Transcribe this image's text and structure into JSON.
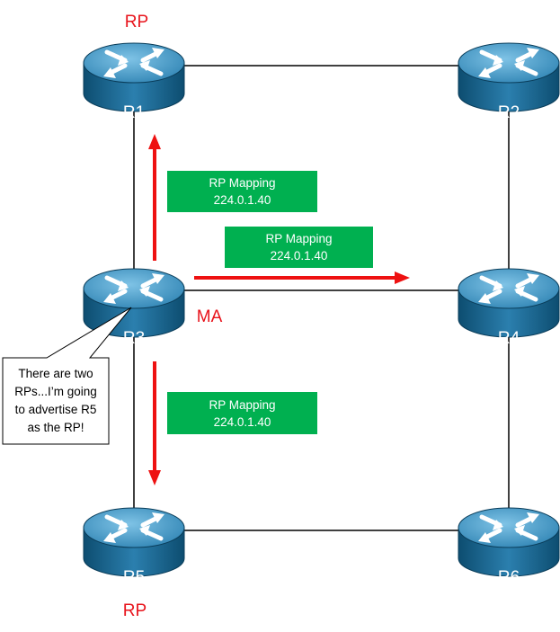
{
  "routers": [
    {
      "name": "R1"
    },
    {
      "name": "R2"
    },
    {
      "name": "R3"
    },
    {
      "name": "R4"
    },
    {
      "name": "R5"
    },
    {
      "name": "R6"
    }
  ],
  "roles": {
    "r1": "RP",
    "r3": "MA",
    "r5": "RP"
  },
  "messages": [
    {
      "title": "RP Mapping",
      "address": "224.0.1.40"
    },
    {
      "title": "RP Mapping",
      "address": "224.0.1.40"
    },
    {
      "title": "RP Mapping",
      "address": "224.0.1.40"
    }
  ],
  "callout": {
    "lines": [
      "There are two",
      "RPs...I’m going",
      "to advertise R5",
      "as the RP!"
    ]
  },
  "colors": {
    "router_body": "#1e6a93",
    "router_top": "#4a9cc6",
    "message_box": "#00b050",
    "arrow": "#ee1111",
    "role_text": "#e8141c"
  }
}
